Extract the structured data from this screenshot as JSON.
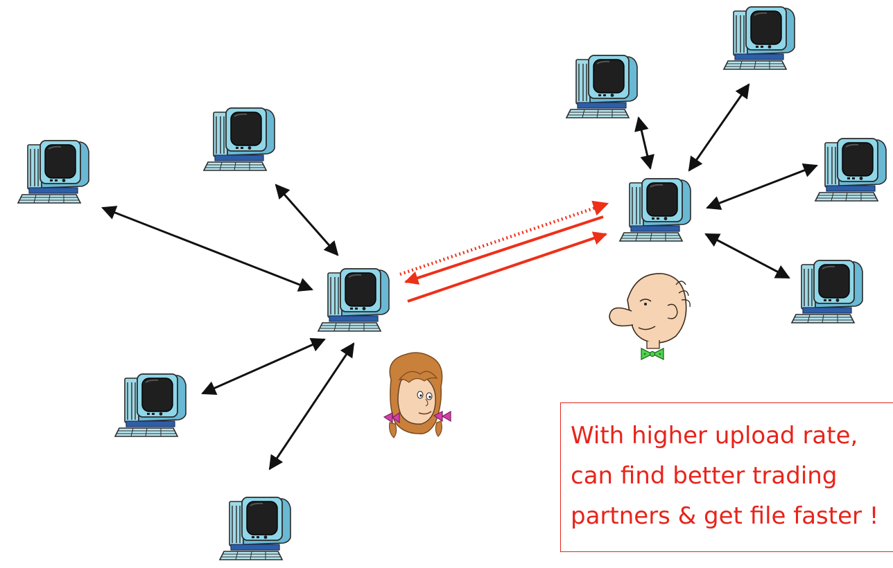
{
  "colors": {
    "arrow": "#111111",
    "trade_arrow": "#ee3019",
    "callout_border": "#e8231a",
    "callout_text": "#e8231a",
    "monitor_screen": "#1f1f1f",
    "monitor_frame": "#8fd6e8",
    "keyboard": "#b8e6ef",
    "tower": "#9fd9e6",
    "hair": "#c9803b",
    "skin": "#f6d3b3",
    "bow_pink": "#d43fa9",
    "bowtie_green": "#4fd34f"
  },
  "nodes": [
    {
      "id": "alice-peer",
      "icon": "desktop-computer-icon"
    },
    {
      "id": "bob-peer",
      "icon": "desktop-computer-icon"
    },
    {
      "id": "peer-far-left",
      "icon": "desktop-computer-icon"
    },
    {
      "id": "peer-upper-left",
      "icon": "desktop-computer-icon"
    },
    {
      "id": "peer-lower-left",
      "icon": "desktop-computer-icon"
    },
    {
      "id": "peer-bottom",
      "icon": "desktop-computer-icon"
    },
    {
      "id": "peer-top-center",
      "icon": "desktop-computer-icon"
    },
    {
      "id": "peer-top-right",
      "icon": "desktop-computer-icon"
    },
    {
      "id": "peer-right",
      "icon": "desktop-computer-icon"
    },
    {
      "id": "peer-lower-right",
      "icon": "desktop-computer-icon"
    }
  ],
  "people": [
    {
      "id": "alice",
      "icon": "alice-cartoon-icon"
    },
    {
      "id": "bob",
      "icon": "bob-cartoon-icon"
    }
  ],
  "callout": {
    "lines": [
      "With higher upload rate,",
      "can find better trading",
      "partners & get file faster !"
    ]
  }
}
